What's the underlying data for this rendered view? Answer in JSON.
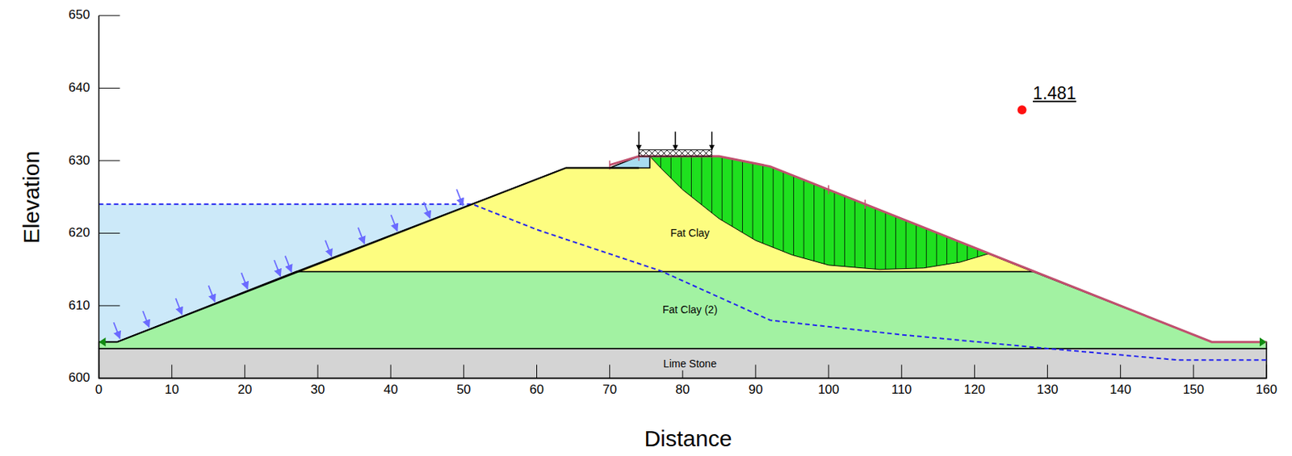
{
  "diagram": {
    "nodes": [
      {
        "text": [
          "Fat Clay"
        ]
      },
      {
        "text": [
          "Fat Clay (2)"
        ]
      },
      {
        "text": [
          "Lime Stone"
        ]
      }
    ],
    "labels": [
      "650",
      "640",
      "630",
      "620",
      "610",
      "600",
      "0",
      "10",
      "20",
      "30",
      "40",
      "50",
      "60",
      "70",
      "80",
      "90",
      "100",
      "110",
      "120",
      "130",
      "140",
      "150",
      "160",
      "Elevation",
      "Distance",
      "1.481"
    ]
  }
}
